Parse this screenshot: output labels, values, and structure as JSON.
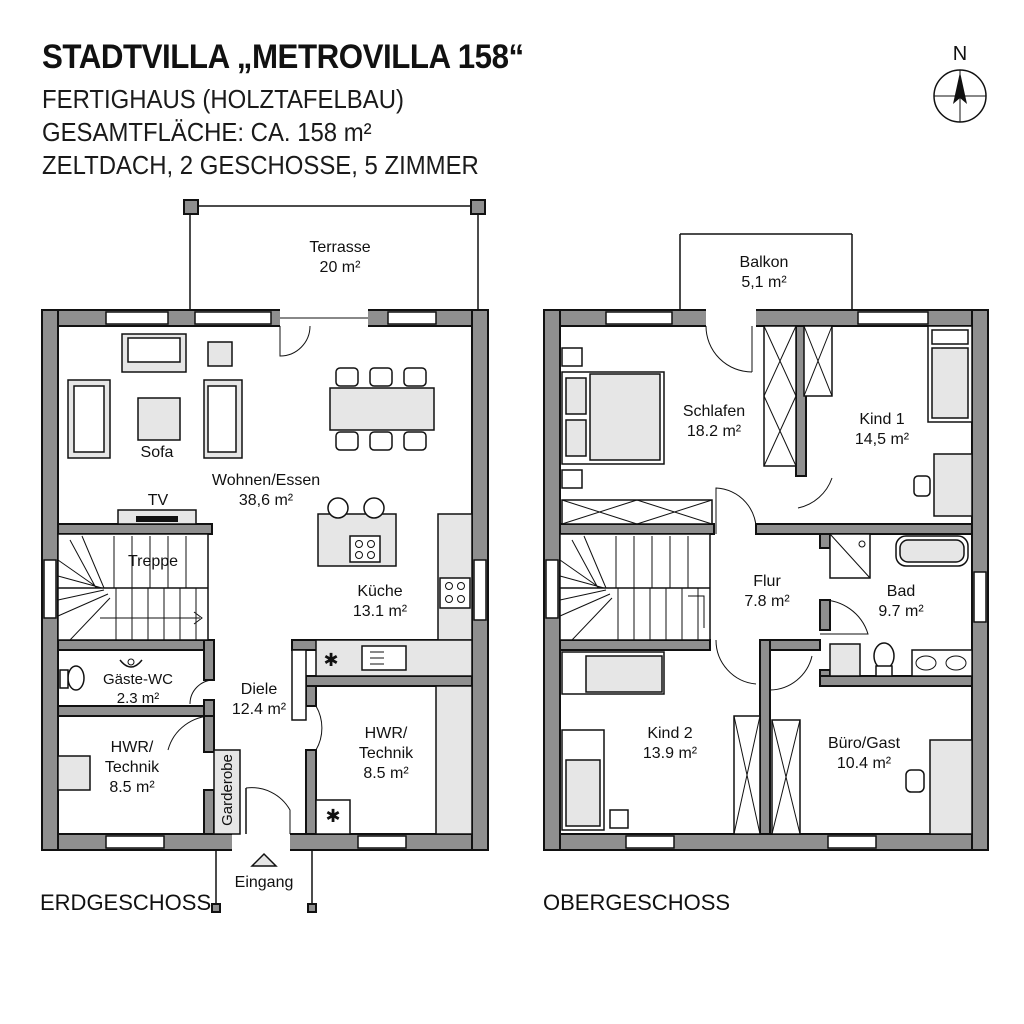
{
  "header": {
    "title": "STADTVILLA „METROVILLA 158“",
    "line1": "FERTIGHAUS (HOLZTAFELBAU)",
    "line2": "GESAMTFLÄCHE: CA. 158 m²",
    "line3": "ZELTDACH, 2 GESCHOSSE, 5 ZIMMER"
  },
  "compass": {
    "label": "N"
  },
  "ground_floor": {
    "label": "ERDGESCHOSS",
    "terrace": {
      "name": "Terrasse",
      "area": "20 m²"
    },
    "sofa": "Sofa",
    "tv": "TV",
    "living": {
      "name": "Wohnen/Essen",
      "area": "38,6 m²"
    },
    "stairs": "Treppe",
    "kitchen": {
      "name": "Küche",
      "area": "13.1 m²"
    },
    "guest_wc": {
      "name": "Gäste-WC",
      "area": "2.3 m²"
    },
    "hall": {
      "name": "Diele",
      "area": "12.4 m²"
    },
    "utility_left": {
      "name1": "HWR/",
      "name2": "Technik",
      "area": "8.5 m²"
    },
    "utility_right": {
      "name1": "HWR/",
      "name2": "Technik",
      "area": "8.5 m²"
    },
    "wardrobe": "Garderobe",
    "entrance": "Eingang"
  },
  "upper_floor": {
    "label": "OBERGESCHOSS",
    "balcony": {
      "name": "Balkon",
      "area": "5,1 m²"
    },
    "bedroom": {
      "name": "Schlafen",
      "area": "18.2 m²"
    },
    "child1": {
      "name": "Kind 1",
      "area": "14,5 m²"
    },
    "hall": {
      "name": "Flur",
      "area": "7.8 m²"
    },
    "bath": {
      "name": "Bad",
      "area": "9.7 m²"
    },
    "child2": {
      "name": "Kind 2",
      "area": "13.9 m²"
    },
    "office": {
      "name": "Büro/Gast",
      "area": "10.4 m²"
    }
  }
}
